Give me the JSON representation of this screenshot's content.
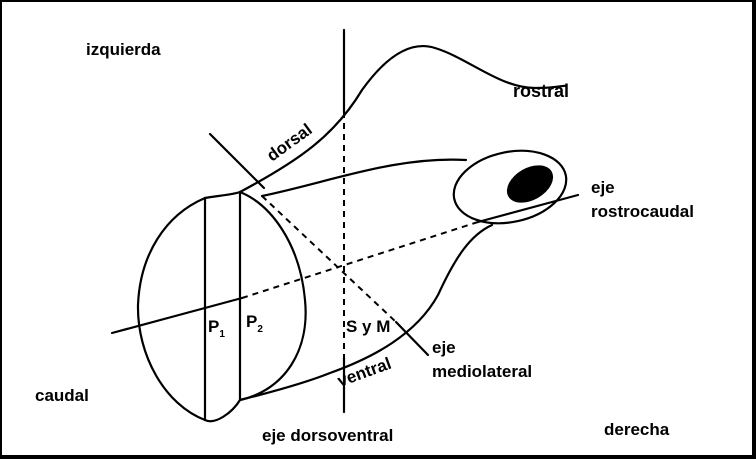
{
  "labels": {
    "izquierda": "izquierda",
    "rostral": "rostral",
    "dorsal": "dorsal",
    "eje_rostrocaudal_line1": "eje",
    "eje_rostrocaudal_line2": "rostrocaudal",
    "p1": "P",
    "p1_sub": "1",
    "p2": "P",
    "p2_sub": "2",
    "syM": "S y M",
    "eje_mediolateral_line1": "eje",
    "eje_mediolateral_line2": "mediolateral",
    "ventral": "ventral",
    "caudal": "caudal",
    "eje_dorsoventral": "eje dorsoventral",
    "derecha": "derecha"
  }
}
